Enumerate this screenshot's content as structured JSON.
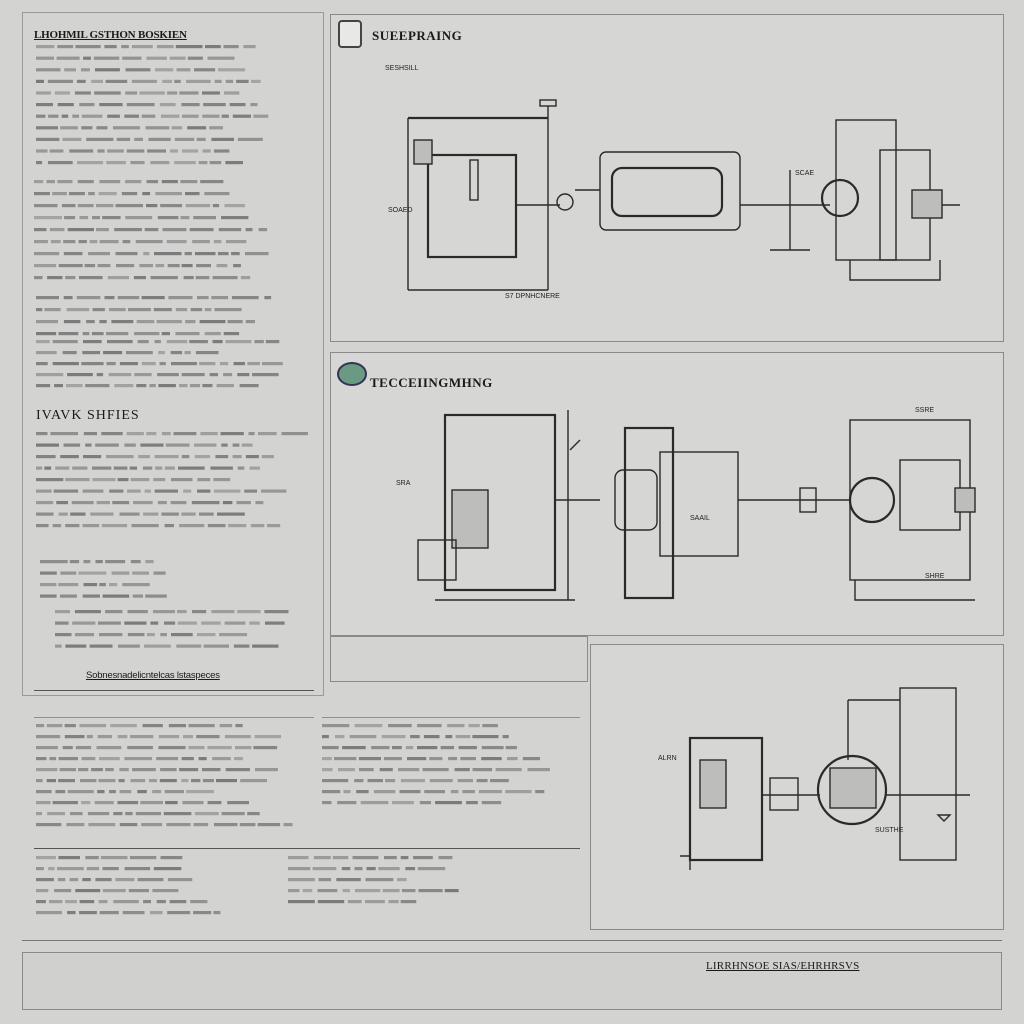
{
  "top_diagram": {
    "title": "SUEEPRAING",
    "small_labels": [
      "SESHSILL",
      "S7 DPNHCNERE",
      "SOAED",
      "SCAE"
    ]
  },
  "middle_diagram": {
    "title": "TECCEIINGMHNG",
    "small_labels": [
      "SSRE",
      "SRA",
      "SAAIL",
      "SHRE"
    ]
  },
  "bottom_diagram": {
    "small_labels": [
      "ALRN",
      "SUSTHE"
    ]
  },
  "left_column": {
    "heading": "LHOHMIL GSTHON BOSKIEN",
    "section_heading": "IVAVK SHFIES",
    "caption": "Sobnesnadelicntelcas lstaspeces"
  },
  "bottom_strip": {
    "right_caption": "LIRRHNSOE SIAS/EHRHRSVS"
  },
  "colors": {
    "background": "#d3d3d2",
    "panel_border": "#8a8a8a",
    "accent_red": "#a33333",
    "accent_green": "#6a9a82"
  },
  "icons": [
    "document-icon",
    "logo-icon"
  ]
}
